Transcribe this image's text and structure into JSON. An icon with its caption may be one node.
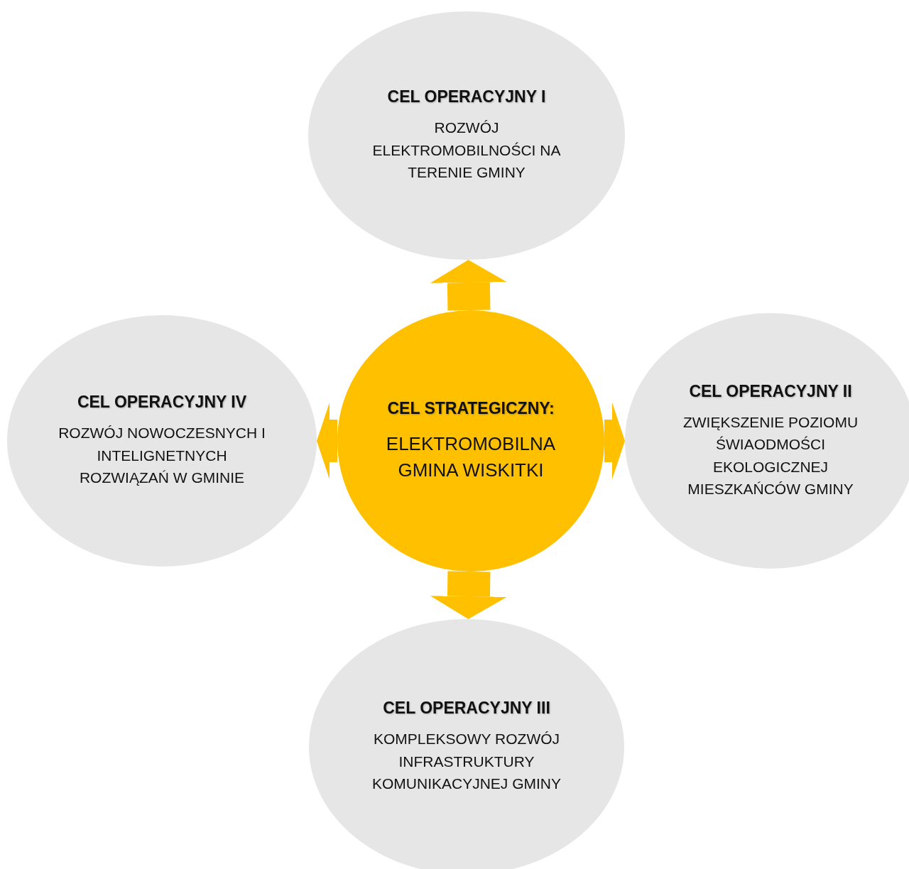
{
  "diagram": {
    "nodes": [
      {
        "text": [
          "CEL OPERACYJNY I",
          "ROZWÓJ ELEKTROMOBILNOŚCI NA TERENIE GMINY"
        ]
      },
      {
        "text": [
          "CEL OPERACYJNY IV",
          "ROZWÓJ NOWOCZESNYCH I INTELIGNETNYCH ROZWIĄZAŃ W GMINIE"
        ]
      },
      {
        "text": [
          "CEL STRATEGICZNY:",
          "ELEKTROMOBILNA GMINA WISKITKI"
        ]
      },
      {
        "text": [
          "CEL OPERACYJNY II",
          "ZWIĘKSZENIE POZIOMU ŚWIAODMOŚCI EKOLOGICZNEJ MIESZKAŃCÓW GMINY"
        ]
      },
      {
        "text": [
          "CEL OPERACYJNY III",
          "KOMPLEKSOWY ROZWÓJ INFRASTRUKTURY KOMUNIKACYJNEJ GMINY"
        ]
      }
    ],
    "edges": [
      {
        "from": 2,
        "to": 0,
        "arrow": "to"
      },
      {
        "from": 2,
        "to": 3,
        "arrow": "to"
      },
      {
        "from": 2,
        "to": 4,
        "arrow": "to"
      },
      {
        "from": 2,
        "to": 1,
        "arrow": "to"
      }
    ]
  }
}
